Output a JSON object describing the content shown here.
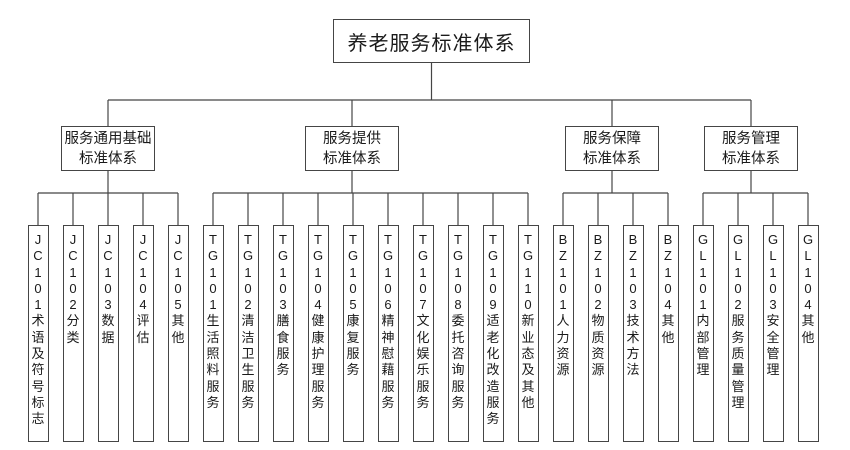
{
  "diagram": {
    "title": "养老服务标准体系",
    "branches": [
      {
        "label_line1": "服务通用基础",
        "label_line2": "标准体系",
        "children": [
          {
            "code": "JC101",
            "label": "术语及符号标志"
          },
          {
            "code": "JC102",
            "label": "分类"
          },
          {
            "code": "JC103",
            "label": "数据"
          },
          {
            "code": "JC104",
            "label": "评估"
          },
          {
            "code": "JC105",
            "label": "其他"
          }
        ]
      },
      {
        "label_line1": "服务提供",
        "label_line2": "标准体系",
        "children": [
          {
            "code": "TG101",
            "label": "生活照料服务"
          },
          {
            "code": "TG102",
            "label": "清洁卫生服务"
          },
          {
            "code": "TG103",
            "label": "膳食服务"
          },
          {
            "code": "TG104",
            "label": "健康护理服务"
          },
          {
            "code": "TG105",
            "label": "康复服务"
          },
          {
            "code": "TG106",
            "label": "精神慰藉服务"
          },
          {
            "code": "TG107",
            "label": "文化娱乐服务"
          },
          {
            "code": "TG108",
            "label": "委托咨询服务"
          },
          {
            "code": "TG109",
            "label": "适老化改造服务"
          },
          {
            "code": "TG110",
            "label": "新业态及其他"
          }
        ]
      },
      {
        "label_line1": "服务保障",
        "label_line2": "标准体系",
        "children": [
          {
            "code": "BZ101",
            "label": "人力资源"
          },
          {
            "code": "BZ102",
            "label": "物质资源"
          },
          {
            "code": "BZ103",
            "label": "技术方法"
          },
          {
            "code": "BZ104",
            "label": "其他"
          }
        ]
      },
      {
        "label_line1": "服务管理",
        "label_line2": "标准体系",
        "children": [
          {
            "code": "GL101",
            "label": "内部管理"
          },
          {
            "code": "GL102",
            "label": "服务质量管理"
          },
          {
            "code": "GL103",
            "label": "安全管理"
          },
          {
            "code": "GL104",
            "label": "其他"
          }
        ]
      }
    ],
    "colors": {
      "line": "#454545",
      "text": "#1a1a1a",
      "background": "#ffffff"
    }
  }
}
